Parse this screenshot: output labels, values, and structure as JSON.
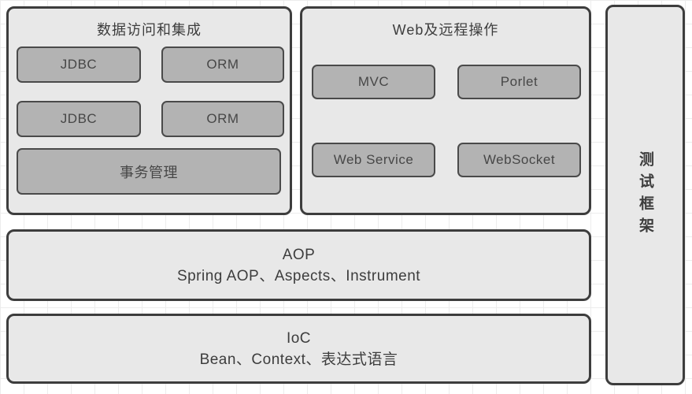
{
  "diagram": {
    "panels": {
      "data_access": {
        "title": "数据访问和集成",
        "boxes": [
          "JDBC",
          "ORM",
          "JDBC",
          "ORM",
          "事务管理"
        ]
      },
      "web_remote": {
        "title": "Web及远程操作",
        "boxes": [
          "MVC",
          "Porlet",
          "Web Service",
          "WebSocket"
        ]
      },
      "test_framework": {
        "title": "测试框架"
      },
      "aop": {
        "title": "AOP",
        "subtitle": "Spring AOP、Aspects、Instrument"
      },
      "ioc": {
        "title": "IoC",
        "subtitle": "Bean、Context、表达式语言"
      }
    },
    "colors": {
      "panel_fill": "#e8e8e8",
      "panel_border": "#3d3d3d",
      "chip_fill": "#b3b3b3",
      "chip_border": "#4a4a4a",
      "text": "#3d3d3d",
      "grid_line": "#ececec",
      "background": "#ffffff"
    }
  }
}
